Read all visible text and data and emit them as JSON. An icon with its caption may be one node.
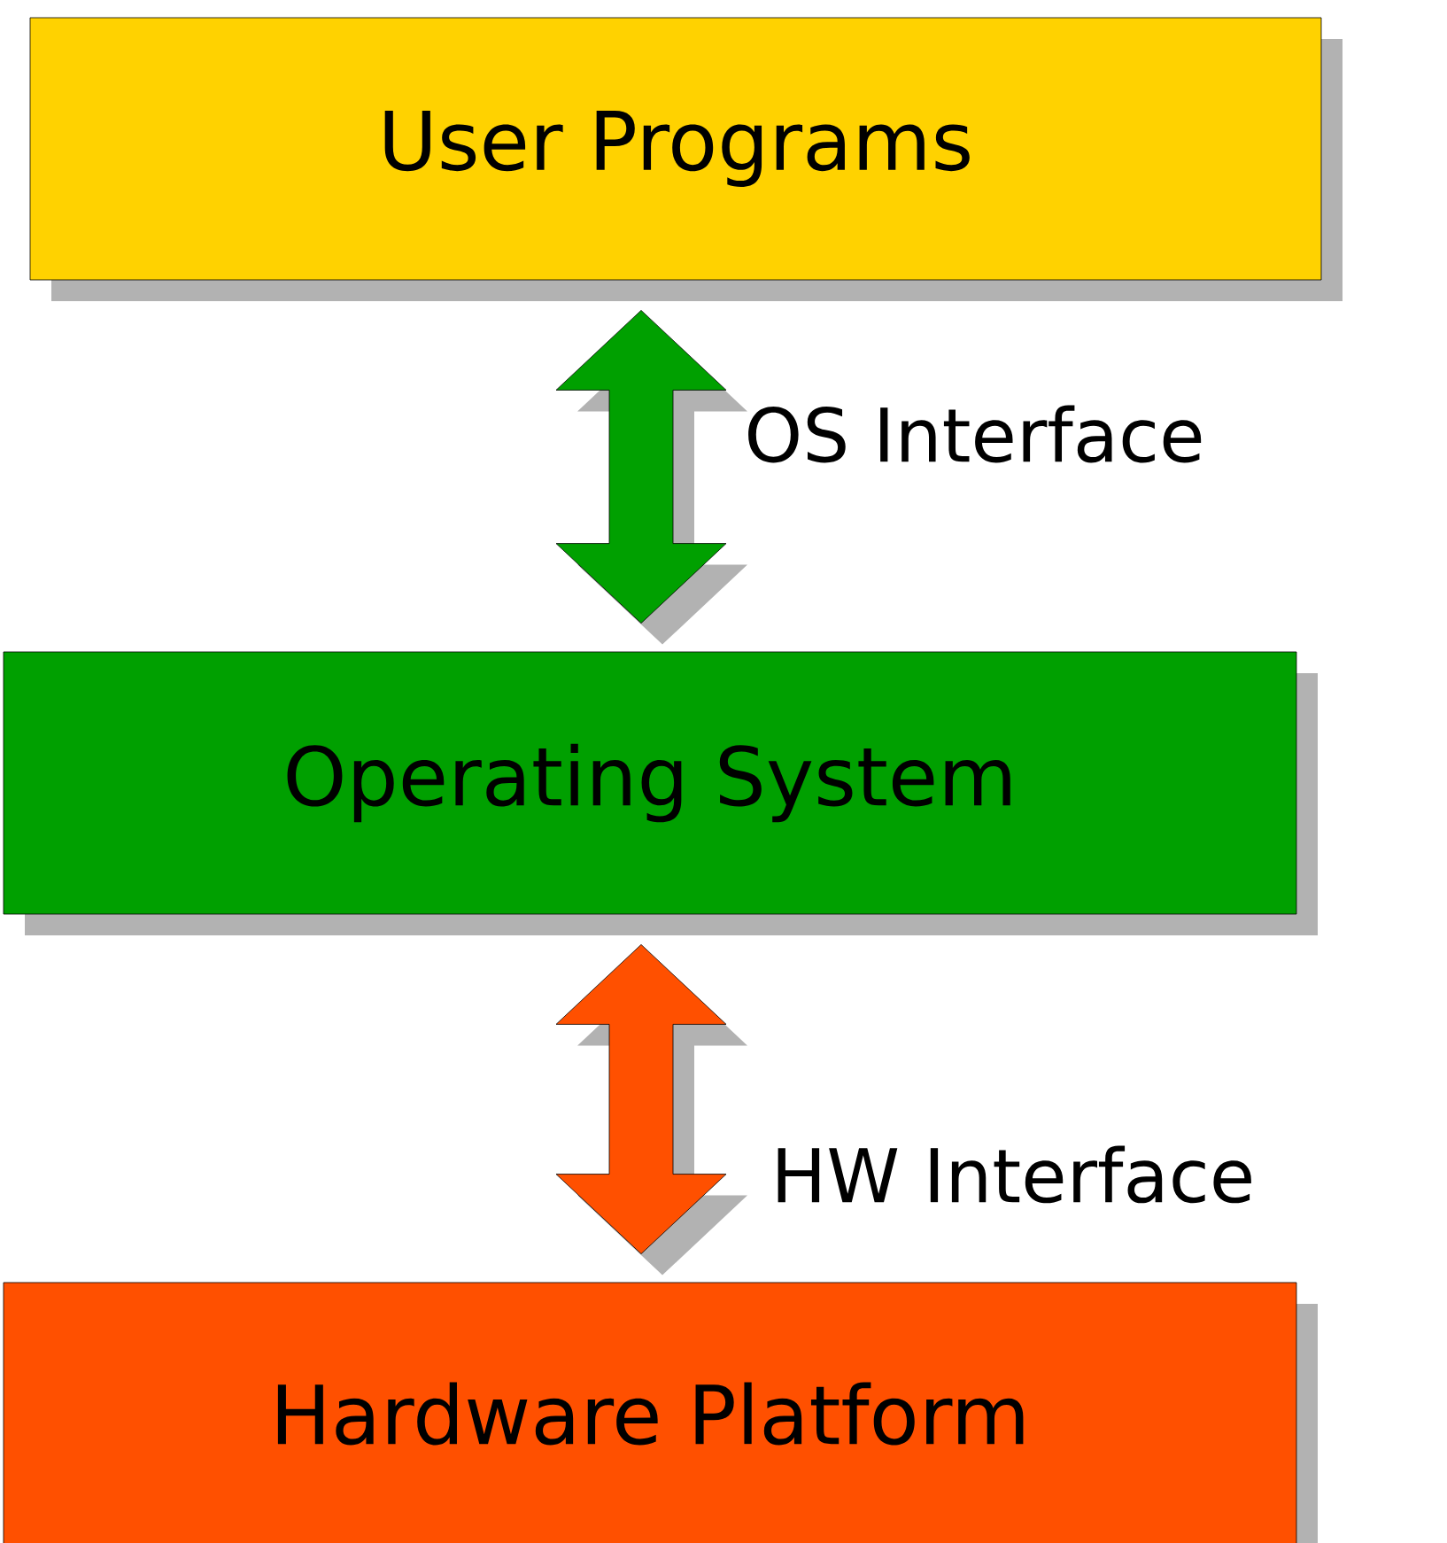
{
  "diagram": {
    "nodes": [
      {
        "text": [
          "User Programs"
        ]
      },
      {
        "text": [
          "Operating System"
        ]
      },
      {
        "text": [
          "Hardware Platform"
        ]
      }
    ],
    "edges": [
      {
        "from": 0,
        "to": 1,
        "arrow": "both",
        "label": "OS Interface",
        "color": "#00a000"
      },
      {
        "from": 1,
        "to": 2,
        "arrow": "both",
        "label": "HW Interface",
        "color": "#ff5000"
      }
    ]
  }
}
